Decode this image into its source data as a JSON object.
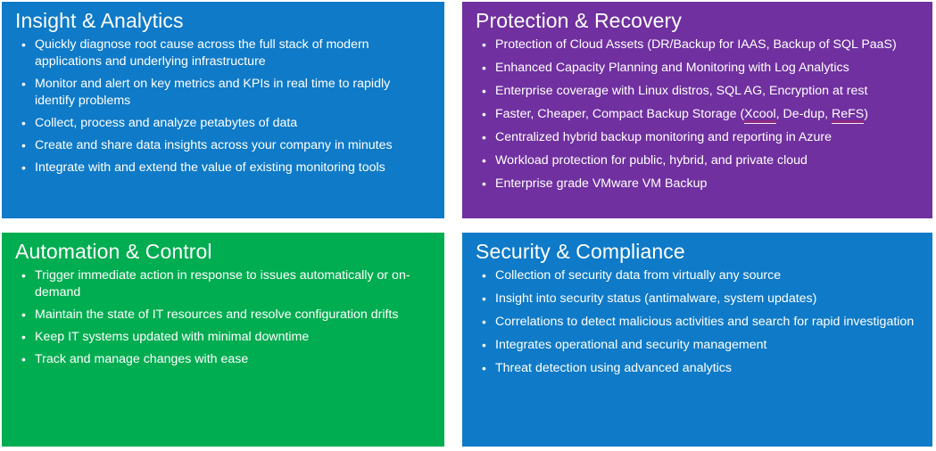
{
  "palette": {
    "insight_analytics": "#0F7AC8",
    "protection_recovery": "#7030A0",
    "automation_control": "#00AD50",
    "security_compliance": "#0F7AC8",
    "text": "#FFFFFF",
    "spellcheck_underline": "#E81123",
    "page_background": "#FFFFFF"
  },
  "panels": [
    {
      "id": "insight-analytics",
      "title": "Insight & Analytics",
      "color": "#0F7AC8",
      "position": "top-left",
      "bullets": [
        "Quickly diagnose root cause across the full stack of modern applications and underlying infrastructure",
        "Monitor and alert on key metrics and KPIs in real time to rapidly identify problems",
        "Collect, process and analyze petabytes of data",
        "Create and share data insights across your company in minutes",
        "Integrate with and extend the value of existing monitoring tools"
      ]
    },
    {
      "id": "protection-recovery",
      "title": "Protection & Recovery",
      "color": "#7030A0",
      "position": "top-right",
      "bullets": [
        "Protection of Cloud Assets (DR/Backup for IAAS, Backup of SQL PaaS)",
        "Enhanced Capacity Planning and Monitoring with Log Analytics",
        "Enterprise coverage with Linux distros, SQL AG, Encryption at rest",
        "Faster, Cheaper, Compact Backup Storage (Xcool, De-dup, ReFS)",
        "Centralized hybrid backup monitoring and reporting in Azure",
        "Workload protection for public, hybrid, and private cloud",
        "Enterprise grade VMware VM Backup"
      ],
      "bullet_4_parts": {
        "prefix": "Faster, Cheaper, Compact Backup Storage (",
        "misspelled_1": "Xcool",
        "middle": ", De-dup, ",
        "misspelled_2": "ReFS",
        "suffix": ")"
      }
    },
    {
      "id": "automation-control",
      "title": "Automation & Control",
      "color": "#00AD50",
      "position": "bottom-left",
      "bullets": [
        "Trigger immediate action in response to issues automatically or on-demand",
        "Maintain the state of IT resources and resolve configuration drifts",
        "Keep IT systems updated with minimal downtime",
        "Track and manage changes with ease"
      ]
    },
    {
      "id": "security-compliance",
      "title": "Security & Compliance",
      "color": "#0F7AC8",
      "position": "bottom-right",
      "bullets": [
        "Collection of security data from virtually any source",
        "Insight into security status (antimalware, system updates)",
        "Correlations to detect malicious activities and search for rapid investigation",
        "Integrates operational and security management",
        "Threat detection using advanced analytics"
      ]
    }
  ],
  "bullet_glyph": "•"
}
